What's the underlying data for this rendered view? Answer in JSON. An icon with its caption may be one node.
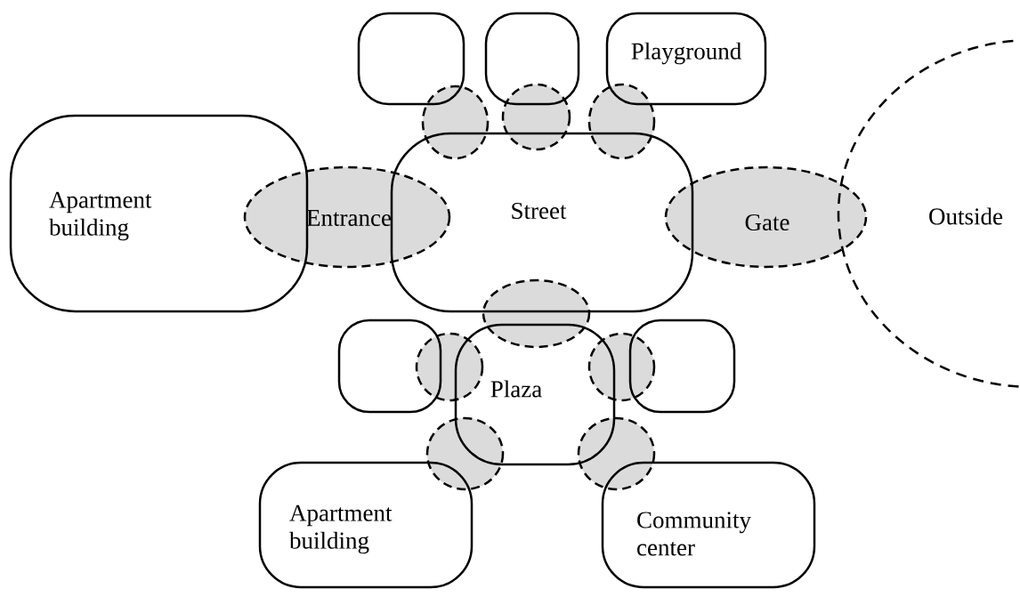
{
  "diagram": {
    "nodes": [
      {
        "text": [],
        "shape": "box"
      },
      {
        "text": [],
        "shape": "box"
      },
      {
        "text": [
          "Playground"
        ]
      },
      {
        "text": [],
        "shape": "ellipse"
      },
      {
        "text": [],
        "shape": "ellipse"
      },
      {
        "text": [],
        "shape": "ellipse"
      },
      {
        "text": [
          "Apartment building"
        ]
      },
      {
        "text": [
          "Entrance"
        ]
      },
      {
        "text": [
          "Street"
        ]
      },
      {
        "text": [
          "Gate"
        ]
      },
      {
        "text": [
          "Outside"
        ]
      },
      {
        "text": [],
        "shape": "ellipse"
      },
      {
        "text": [],
        "shape": "box"
      },
      {
        "text": [
          "Plaza"
        ]
      },
      {
        "text": [],
        "shape": "box"
      },
      {
        "text": [],
        "shape": "ellipse"
      },
      {
        "text": [],
        "shape": "ellipse"
      },
      {
        "text": [],
        "shape": "ellipse"
      },
      {
        "text": [],
        "shape": "ellipse"
      },
      {
        "text": [
          "Apartment building"
        ]
      },
      {
        "text": [
          "Community center"
        ]
      }
    ]
  }
}
